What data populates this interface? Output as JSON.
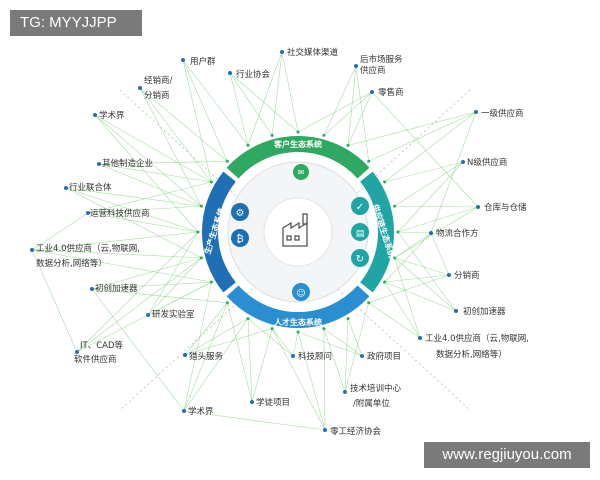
{
  "watermarks": {
    "top_left": "TG: MYYJJPP",
    "bottom_right": "www.regjiuyou.com"
  },
  "colors": {
    "top_segment": "#2fa862",
    "right_segment": "#1fa6a4",
    "bottom_segment": "#2a8fd0",
    "left_segment": "#1f6fb5",
    "network_line": "#8fd48a",
    "node": "#2a6db0"
  },
  "segments": {
    "top": "客户生态系统",
    "right": "供应链生态系统",
    "bottom": "人才生态系统",
    "left": "生产生态系统"
  },
  "center": {
    "icon": "factory-icon"
  },
  "inner_icons": [
    "wechat-icon",
    "gears-icon",
    "bitcoin-gear-icon",
    "check-icon",
    "document-icon",
    "refresh-icon",
    "people-icon"
  ],
  "nodes": {
    "top": [
      {
        "text": "用户群"
      },
      {
        "text": "社交媒体渠道"
      },
      {
        "text": "后市场服务"
      },
      {
        "text": "供应商"
      },
      {
        "text": "经销商/"
      },
      {
        "text": "分销商"
      },
      {
        "text": "行业协会"
      },
      {
        "text": "零售商"
      }
    ],
    "left": [
      {
        "text": "学术界"
      },
      {
        "text": "其他制造企业"
      },
      {
        "text": "行业联合体"
      },
      {
        "text": "运营科技供应商"
      },
      {
        "text": "工业4.0供应商（云,物联网,"
      },
      {
        "text": "数据分析,网络等）"
      },
      {
        "text": "初创加速器"
      },
      {
        "text": "研发实验室"
      },
      {
        "text": "IT、CAD等"
      },
      {
        "text": "软件供应商"
      }
    ],
    "right": [
      {
        "text": "一级供应商"
      },
      {
        "text": "N级供应商"
      },
      {
        "text": "仓库与仓储"
      },
      {
        "text": "物流合作方"
      },
      {
        "text": "分销商"
      },
      {
        "text": "初创加速器"
      },
      {
        "text": "工业4.0供应商（云,物联网,"
      },
      {
        "text": "数据分析,网络等）"
      }
    ],
    "bottom": [
      {
        "text": "猎头服务"
      },
      {
        "text": "科技顾问"
      },
      {
        "text": "政府项目"
      },
      {
        "text": "学术界"
      },
      {
        "text": "学徒项目"
      },
      {
        "text": "技术培训中心"
      },
      {
        "text": "/附属单位"
      },
      {
        "text": "零工经济协会"
      }
    ]
  }
}
